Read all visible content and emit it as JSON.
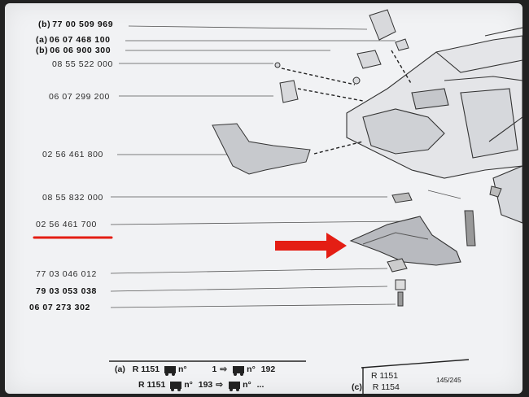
{
  "parts": [
    {
      "id": "p1",
      "prefix": "(b)",
      "number": "77 00 509 969"
    },
    {
      "id": "p2",
      "prefix": "(a)",
      "number": "06 07 468 100"
    },
    {
      "id": "p3",
      "prefix": "(b)",
      "number": "06 06 900 300"
    },
    {
      "id": "p4",
      "prefix": "",
      "number": "08 55 522 000"
    },
    {
      "id": "p5",
      "prefix": "",
      "number": "06 07 299 200"
    },
    {
      "id": "p6",
      "prefix": "",
      "number": "02 56 461 800"
    },
    {
      "id": "p7",
      "prefix": "",
      "number": "08 55 832 000"
    },
    {
      "id": "p8",
      "prefix": "",
      "number": "02 56 461 700"
    },
    {
      "id": "p9",
      "prefix": "",
      "number": "77 03 046 012"
    },
    {
      "id": "p10",
      "prefix": "",
      "number": "79 03 053 038"
    },
    {
      "id": "p11",
      "prefix": "",
      "number": "06 07 273 302"
    }
  ],
  "table": {
    "row_a": {
      "label": "(a)",
      "model": "R 1151",
      "no1": "n°",
      "from": "1",
      "no2": "n°",
      "to": "192"
    },
    "row_b": {
      "model": "R 1151",
      "no1": "n°",
      "from": "193",
      "no2": "n°",
      "to": "..."
    },
    "row_c": {
      "label": "(c)",
      "model1": "R 1151",
      "model2": "R 1154",
      "range": "145/245"
    }
  },
  "colors": {
    "highlight": "#e41e14",
    "ink": "#2b2b2b",
    "paper": "#f1f2f4"
  },
  "icons": [
    "car-icon",
    "arrow-right-icon"
  ]
}
